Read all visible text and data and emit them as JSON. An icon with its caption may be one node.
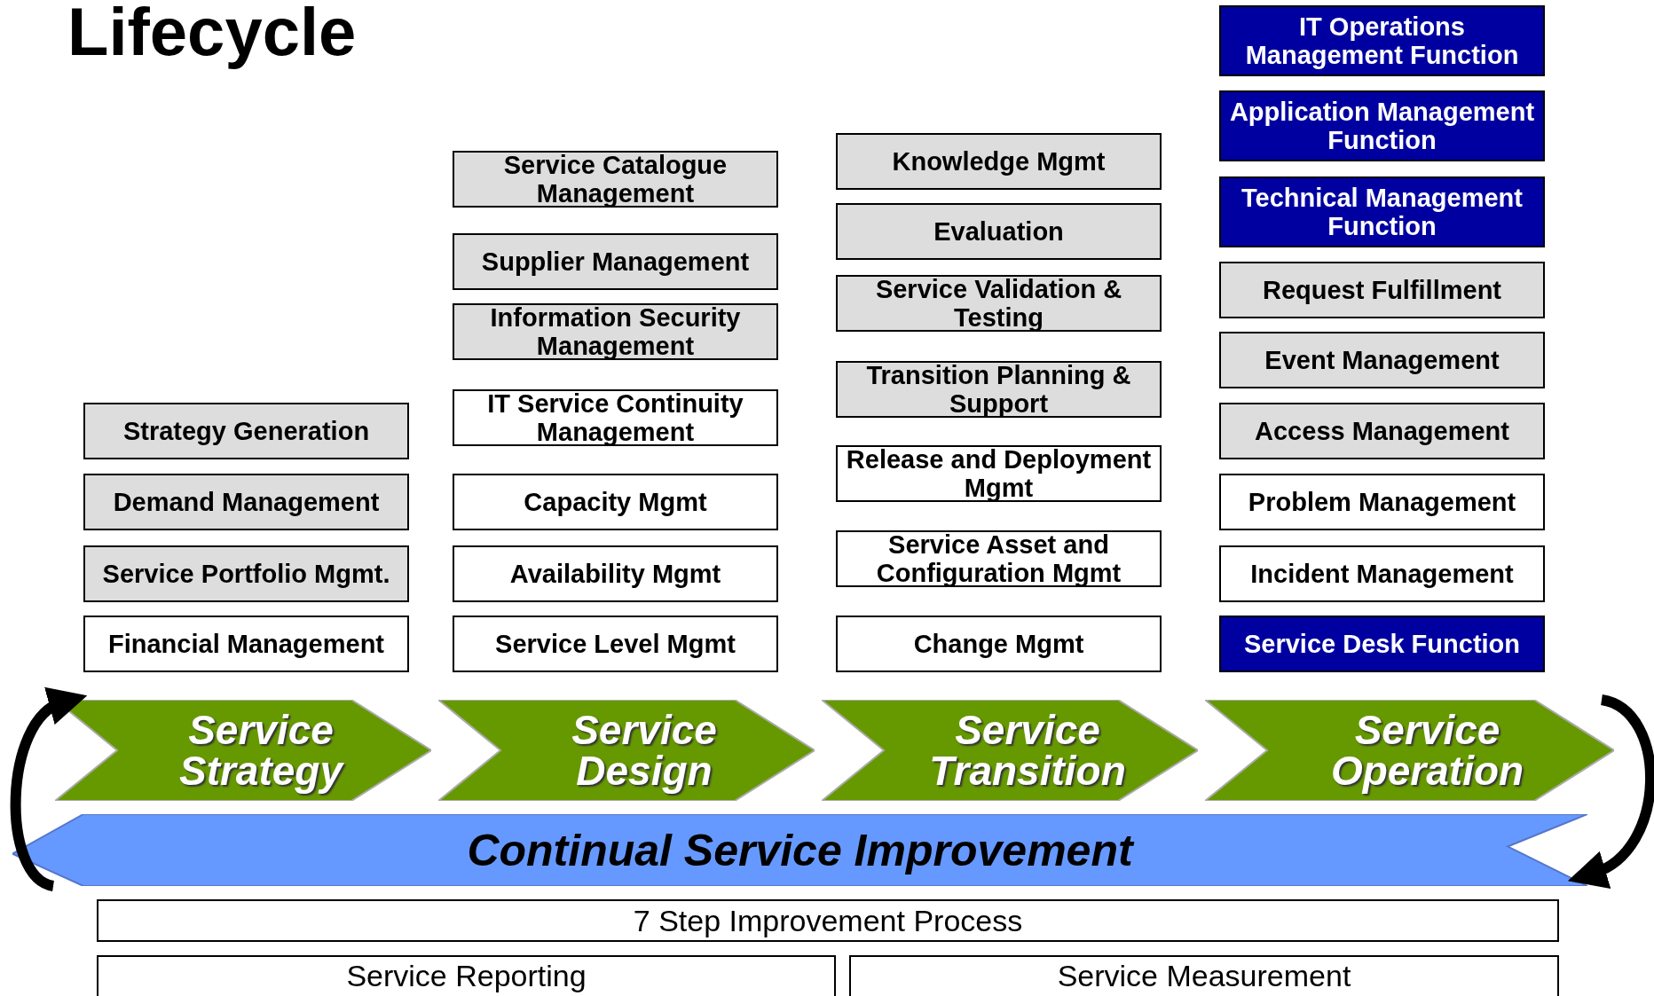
{
  "diagram": {
    "title": "Lifecycle",
    "nodes": [
      {
        "text": [
          "Strategy Generation"
        ]
      },
      {
        "text": [
          "Demand Management"
        ]
      },
      {
        "text": [
          "Service Portfolio Mgmt."
        ]
      },
      {
        "text": [
          "Financial Management"
        ]
      },
      {
        "text": [
          "Service Catalogue Management"
        ]
      },
      {
        "text": [
          "Supplier Management"
        ]
      },
      {
        "text": [
          "Information Security Management"
        ]
      },
      {
        "text": [
          "IT Service Continuity Management"
        ]
      },
      {
        "text": [
          "Capacity Mgmt"
        ]
      },
      {
        "text": [
          "Availability Mgmt"
        ]
      },
      {
        "text": [
          "Service Level Mgmt"
        ]
      },
      {
        "text": [
          "Knowledge Mgmt"
        ]
      },
      {
        "text": [
          "Evaluation"
        ]
      },
      {
        "text": [
          "Service Validation & Testing"
        ]
      },
      {
        "text": [
          "Transition Planning & Support"
        ]
      },
      {
        "text": [
          "Release and Deployment Mgmt"
        ]
      },
      {
        "text": [
          "Service Asset and Configuration Mgmt"
        ]
      },
      {
        "text": [
          "Change Mgmt"
        ]
      },
      {
        "text": [
          "IT Operations Management Function"
        ]
      },
      {
        "text": [
          "Application Management Function"
        ]
      },
      {
        "text": [
          "Technical Management Function"
        ]
      },
      {
        "text": [
          "Request Fulfillment"
        ]
      },
      {
        "text": [
          "Event Management"
        ]
      },
      {
        "text": [
          "Access Management"
        ]
      },
      {
        "text": [
          "Problem Management"
        ]
      },
      {
        "text": [
          "Incident Management"
        ]
      },
      {
        "text": [
          "Service Desk Function"
        ]
      },
      {
        "text": [
          "Service Strategy"
        ]
      },
      {
        "text": [
          "Service Design"
        ]
      },
      {
        "text": [
          "Service Transition"
        ]
      },
      {
        "text": [
          "Service Operation"
        ]
      },
      {
        "text": [
          "Continual Service Improvement"
        ]
      },
      {
        "text": [
          "7 Step Improvement Process"
        ]
      },
      {
        "text": [
          "Service Reporting"
        ]
      },
      {
        "text": [
          "Service Measurement"
        ]
      }
    ],
    "edges": [
      {
        "from": 31,
        "to": 27,
        "arrow": "to"
      },
      {
        "from": 30,
        "to": 31,
        "arrow": "to"
      }
    ]
  }
}
